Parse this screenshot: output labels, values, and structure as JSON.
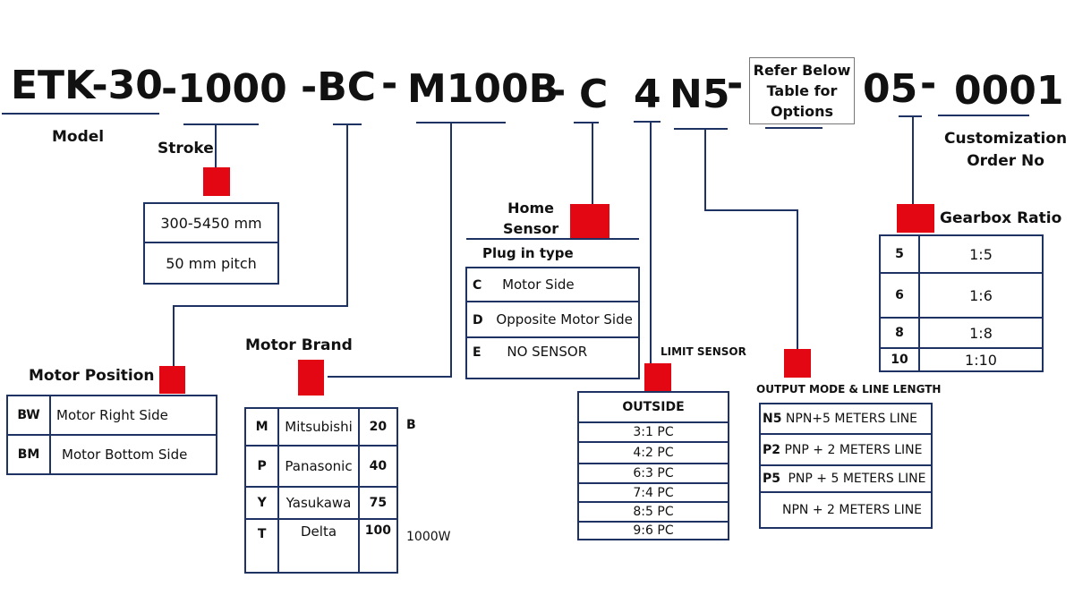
{
  "code_segments": {
    "model": "ETK-30",
    "stroke": "-1000",
    "motor_position": "-BC",
    "dash_a": "-",
    "motor": "M100B",
    "dash_b": "-",
    "home_sensor": "C",
    "limit_sensor": "4",
    "output_mode": "N5",
    "dash_c": "-",
    "gearbox": "05",
    "dash_d": "-",
    "order_no": "0001"
  },
  "refer_box": [
    "Refer Below",
    "Table for",
    "Options"
  ],
  "labels": {
    "model": "Model",
    "stroke": "Stroke",
    "customization": [
      "Customization",
      "Order No"
    ],
    "motor_position": "Motor Position",
    "motor_brand": "Motor Brand",
    "home_sensor": [
      "Home",
      "Sensor"
    ],
    "limit_sensor": "LIMIT SENSOR",
    "output_mode": "OUTPUT MODE & LINE LENGTH",
    "gearbox": "Gearbox Ratio"
  },
  "stroke_table": [
    "300-5450 mm",
    "50 mm pitch"
  ],
  "motor_position_table": [
    {
      "code": "BW",
      "desc": "Motor Right Side"
    },
    {
      "code": "BM",
      "desc": "Motor Bottom Side"
    }
  ],
  "motor_brand_table": [
    {
      "code": "M",
      "brand": "Mitsubishi",
      "power": "20",
      "note": "B"
    },
    {
      "code": "P",
      "brand": "Panasonic",
      "power": "40",
      "note": ""
    },
    {
      "code": "Y",
      "brand": "Yasukawa",
      "power": "75",
      "note": ""
    },
    {
      "code": "T",
      "brand": "Delta",
      "power": "100",
      "note": "1000W"
    }
  ],
  "home_sensor_table": {
    "header": "Plug in type",
    "rows": [
      {
        "code": "C",
        "desc": "Motor Side"
      },
      {
        "code": "D",
        "desc": "Opposite Motor Side"
      },
      {
        "code": "E",
        "desc": "NO SENSOR"
      }
    ]
  },
  "limit_sensor_table": {
    "header": "OUTSIDE",
    "rows": [
      "3:1 PC",
      "4:2 PC",
      "6:3 PC",
      "7:4 PC",
      "8:5 PC",
      "9:6 PC"
    ]
  },
  "output_mode_table": [
    {
      "code": "N5",
      "desc": "NPN+5 METERS LINE"
    },
    {
      "code": "P2",
      "desc": "PNP + 2 METERS LINE"
    },
    {
      "code": "P5",
      "desc": "PNP + 5 METERS LINE"
    },
    {
      "code": "",
      "desc": "NPN + 2 METERS LINE"
    }
  ],
  "gearbox_table": [
    {
      "code": "5",
      "ratio": "1:5"
    },
    {
      "code": "6",
      "ratio": "1:6"
    },
    {
      "code": "8",
      "ratio": "1:8"
    },
    {
      "code": "10",
      "ratio": "1:10"
    }
  ],
  "colors": {
    "marker": "#e30613",
    "line": "#1e3263"
  }
}
